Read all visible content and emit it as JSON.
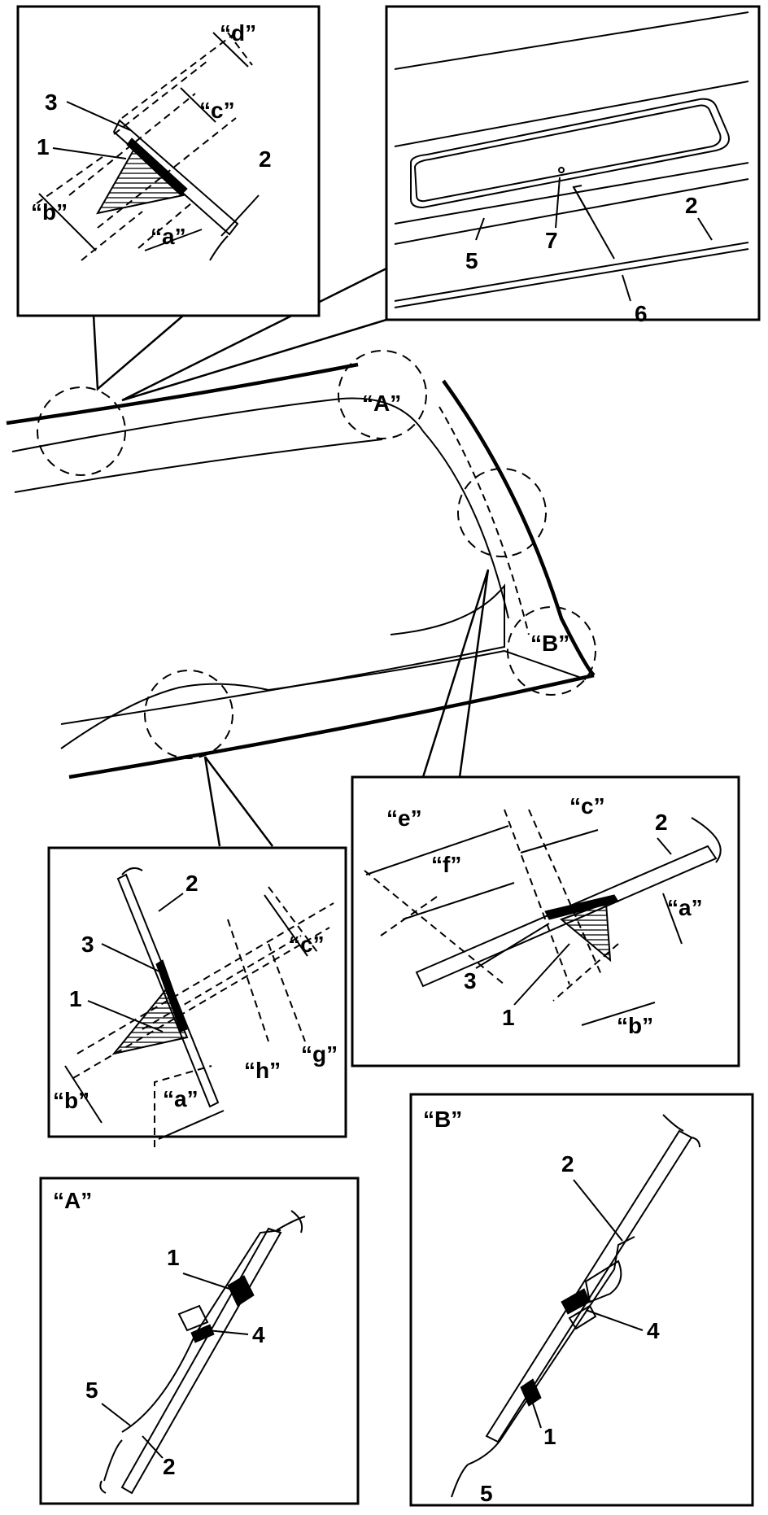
{
  "labels": {
    "n1": "1",
    "n2": "2",
    "n3": "3",
    "n4": "4",
    "n5": "5",
    "n6": "6",
    "n7": "7",
    "a": "“a”",
    "b": "“b”",
    "c": "“c”",
    "d": "“d”",
    "e": "“e”",
    "f": "“f”",
    "g": "“g”",
    "h": "“h”",
    "A": "“A”",
    "B": "“B”"
  },
  "colors": {
    "line": "#000000",
    "background": "#ffffff"
  }
}
